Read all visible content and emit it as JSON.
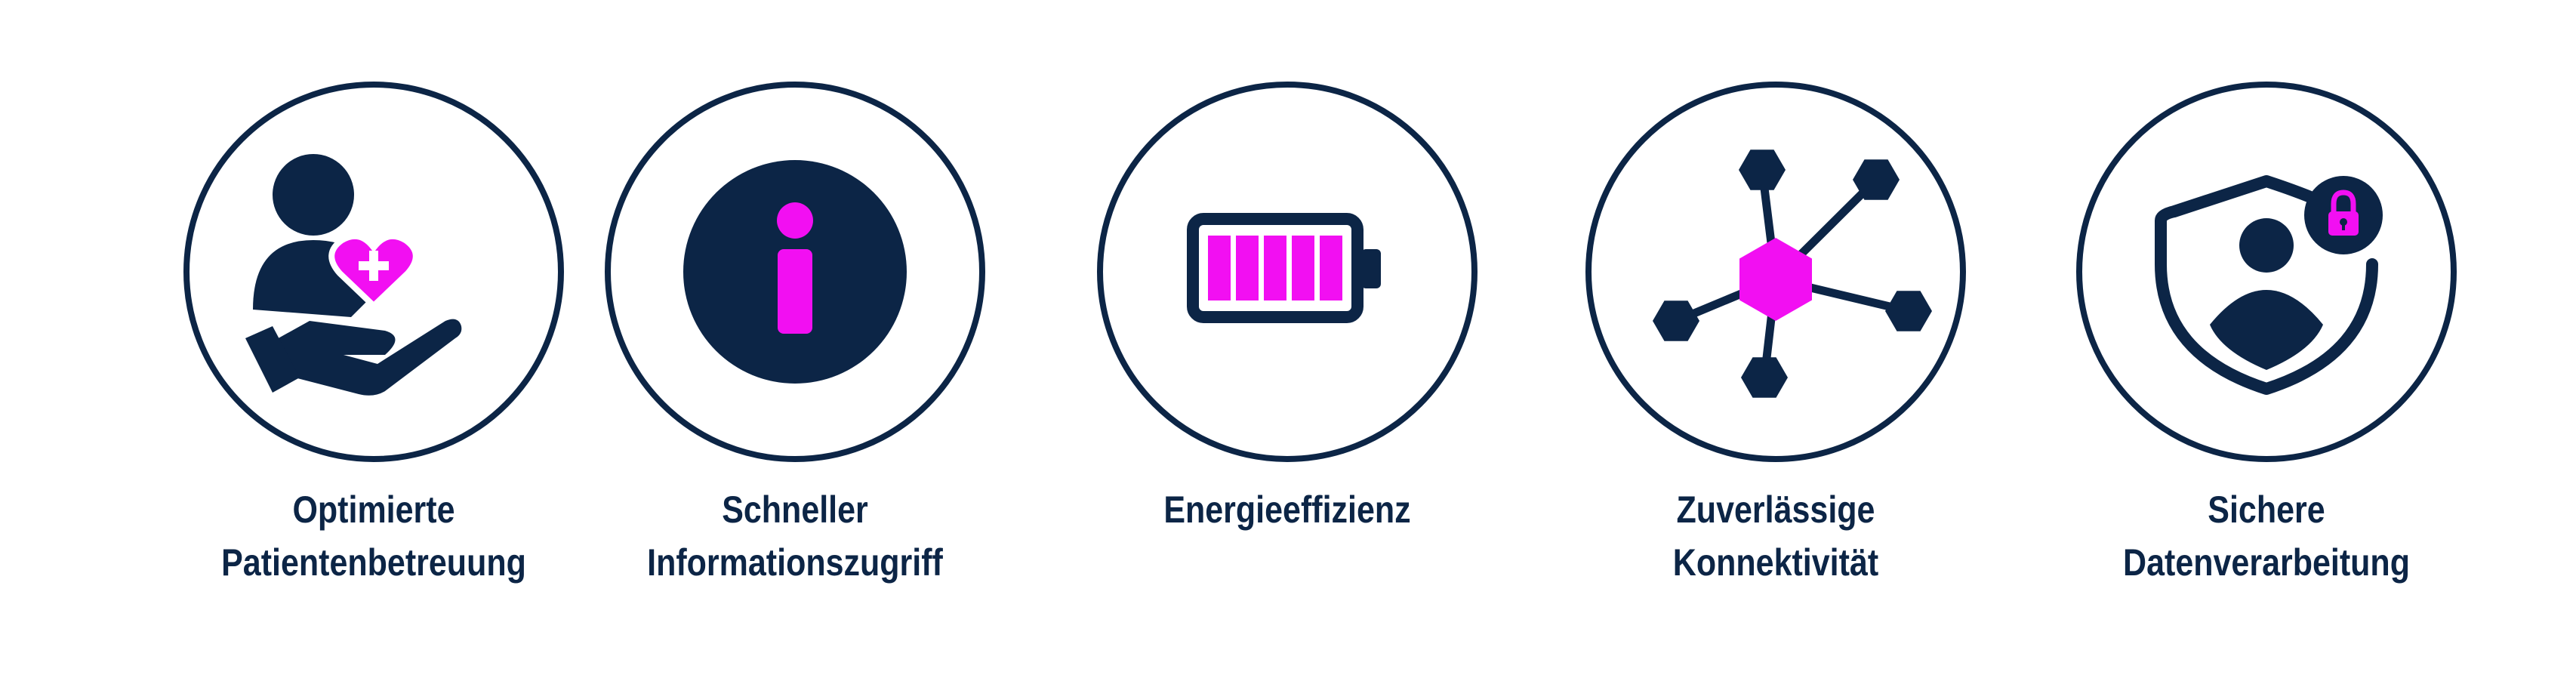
{
  "colors": {
    "navy": "#0c2546",
    "accent": "#f20ff2",
    "background": "#ffffff"
  },
  "features": [
    {
      "icon": "patient-care-icon",
      "label_lines": [
        "Optimierte",
        "Patientenbetreuung"
      ]
    },
    {
      "icon": "info-icon",
      "label_lines": [
        "Schneller",
        "Informationszugriff"
      ]
    },
    {
      "icon": "battery-icon",
      "label_lines": [
        "Energieeffizienz"
      ]
    },
    {
      "icon": "network-icon",
      "label_lines": [
        "Zuverlässige",
        "Konnektivität"
      ]
    },
    {
      "icon": "secure-data-icon",
      "label_lines": [
        "Sichere",
        "Datenverarbeitung"
      ]
    }
  ]
}
